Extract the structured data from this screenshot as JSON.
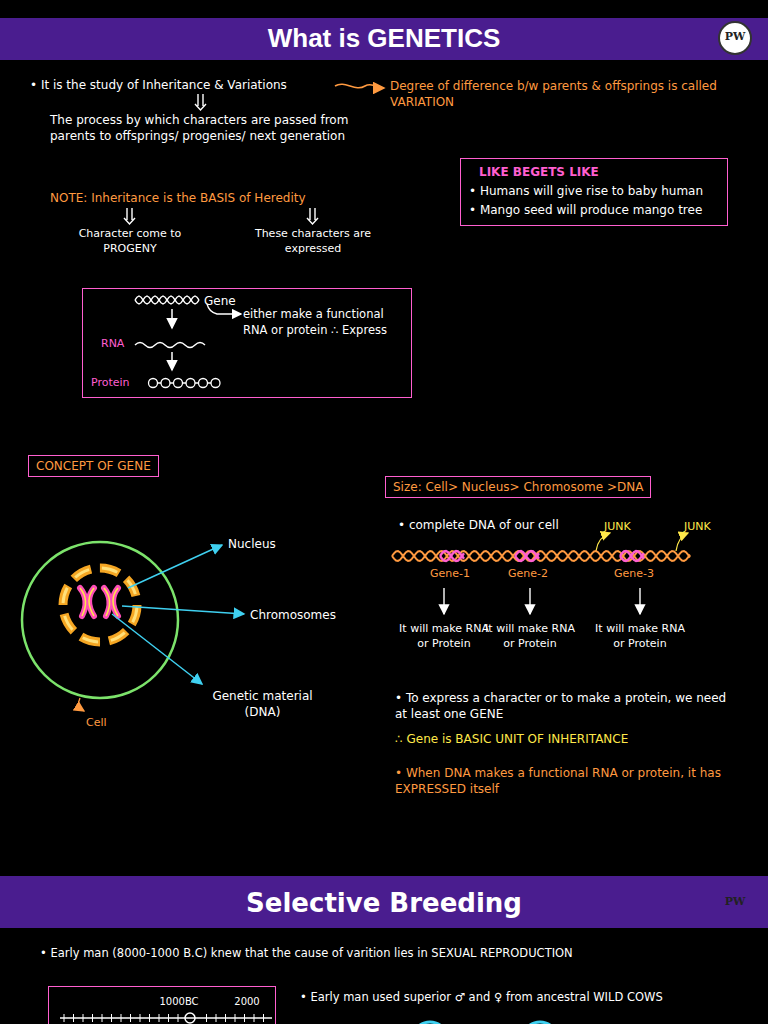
{
  "diagram": {
    "title": "What is GENETICS",
    "nodes": [
      {
        "text": [
          "LIKE BEGETS LIKE",
          "• Humans will give rise to baby human",
          "• Mango seed will produce mango tree"
        ]
      },
      {
        "text": [
          "Gene",
          "either make a functional RNA or protein ∴ Express",
          "RNA",
          "Protein"
        ]
      },
      {
        "text": [
          "CONCEPT OF GENE"
        ]
      },
      {
        "text": [
          "Size: Cell> Nucleus> Chromosome >DNA"
        ]
      },
      {
        "text": [
          "Selective Breeding"
        ]
      },
      {
        "text": [
          "1000BC",
          "2000"
        ]
      }
    ],
    "labels": [
      "PW",
      "• It is the study of Inheritance & Variations",
      "Degree of difference b/w parents & offsprings is called VARIATION",
      "The process by which characters are passed from parents to offsprings/ progenies/ next generation",
      "NOTE: Inheritance is the BASIS of Heredity",
      "Character come to PROGENY",
      "These characters are expressed",
      "Nucleus",
      "Chromosomes",
      "Genetic material (DNA)",
      "Cell",
      "• complete DNA of our cell",
      "JUNK",
      "JUNK",
      "Gene-1",
      "Gene-2",
      "Gene-3",
      "It will make RNA or Protein",
      "It will make RNA or Protein",
      "It will make RNA or Protein",
      "• To express a character or to make a protein, we need at least one GENE",
      "∴ Gene is BASIC UNIT OF INHERITANCE",
      "• When DNA makes a functional RNA or protein, it has EXPRESSED itself",
      "PW",
      "• Early man (8000-1000 B.C) knew that the cause of varition lies in SEXUAL REPRODUCTION",
      "• Early man used superior ♂ and ♀ from ancestral WILD COWS"
    ]
  }
}
